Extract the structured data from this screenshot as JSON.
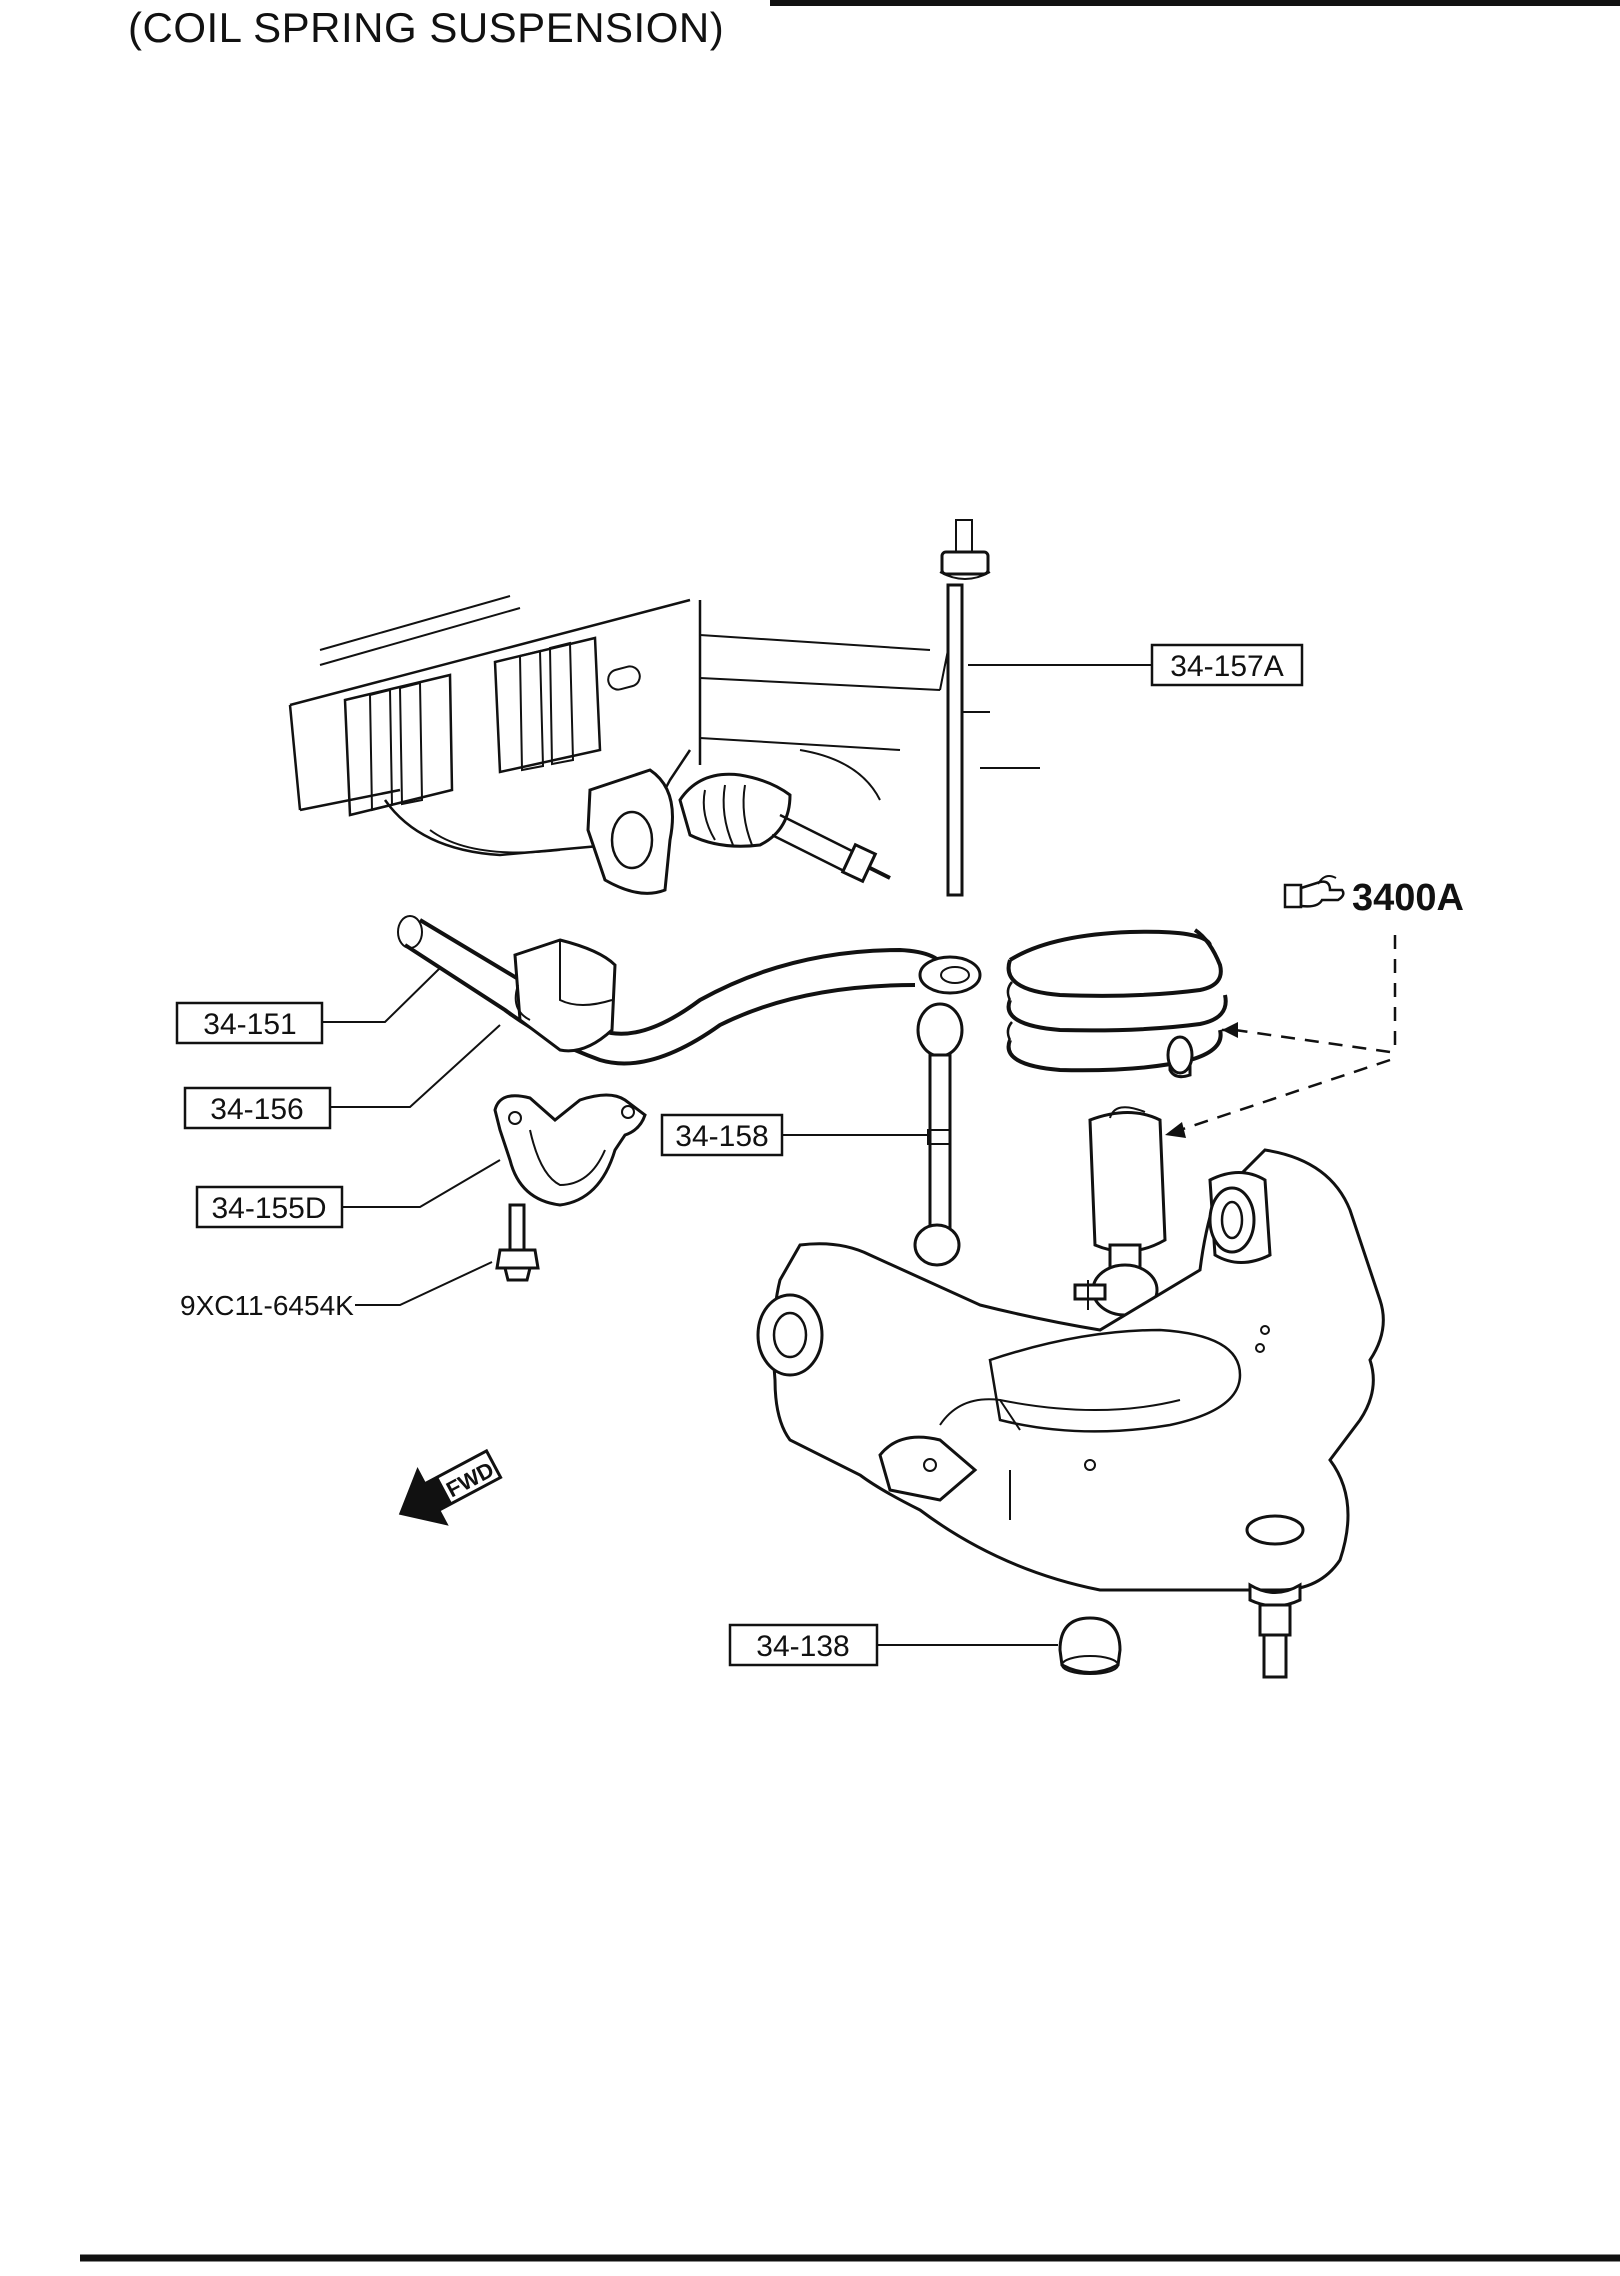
{
  "header": {
    "title": "(COIL SPRING SUSPENSION)"
  },
  "reference": {
    "pointer_label": "3400A",
    "pointer_icon": "pointing-hand-icon"
  },
  "callouts": [
    {
      "id": "34-157A"
    },
    {
      "id": "34-151"
    },
    {
      "id": "34-156"
    },
    {
      "id": "34-158"
    },
    {
      "id": "34-155D"
    },
    {
      "id": "9XC11-6454K"
    },
    {
      "id": "34-138"
    }
  ],
  "direction_marker": {
    "text": "FWD"
  }
}
